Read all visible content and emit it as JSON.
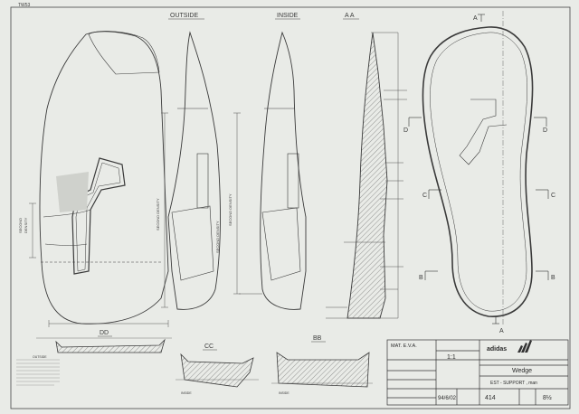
{
  "sheet": {
    "corner_tag": "TW53",
    "ink": "#3a3a3a",
    "paper": "#e9ebe7"
  },
  "views": {
    "outside": "OUTSIDE",
    "inside": "INSIDE",
    "section_aa": "A A"
  },
  "section_labels": {
    "a_top": "A",
    "a_bottom": "A",
    "d_left": "D",
    "d_right": "D",
    "c_left": "C",
    "c_right": "C",
    "b_left": "B",
    "b_right": "B",
    "dd": "DD",
    "cc": "CC",
    "bb": "BB",
    "outside_small": "OUTSIDE",
    "inside_cc": "INSIDE",
    "inside_bb": "INSIDE"
  },
  "annotations": {
    "second_density": "SECOND DENSITY",
    "second_density_left": "SECOND",
    "density_left": "DENSITY"
  },
  "title_block": {
    "material": "MAT. E.V.A.",
    "scale": "1:1",
    "brand": "adidas",
    "title": "Wedge",
    "subtitle": "EST - SUPPORT , man",
    "date": "94/6/02",
    "number": "414",
    "size": "8½"
  }
}
